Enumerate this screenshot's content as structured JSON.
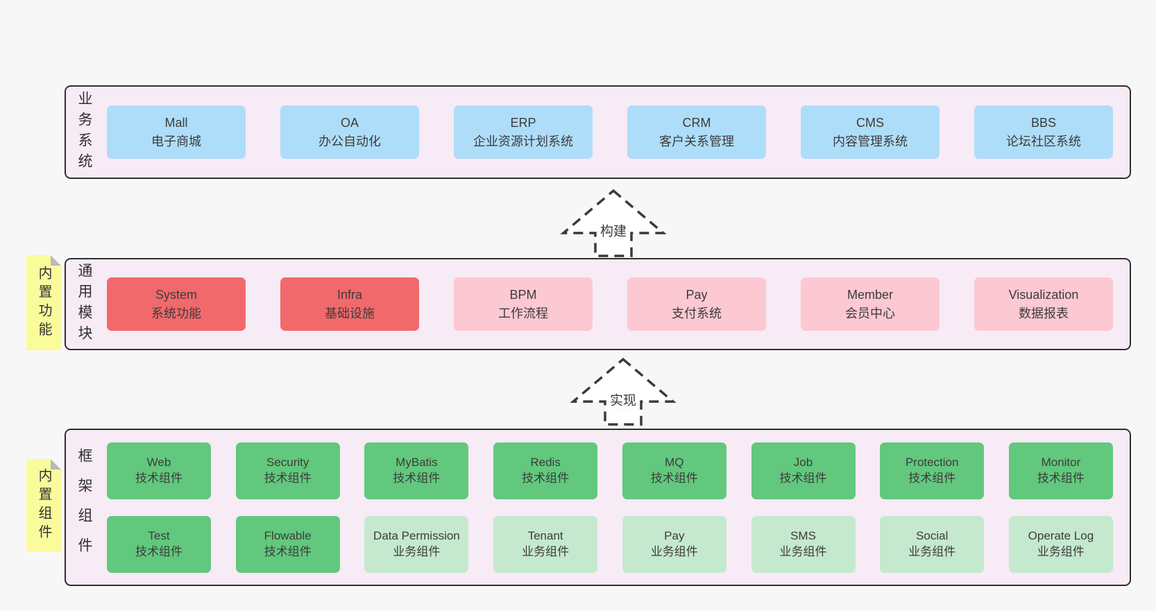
{
  "colors": {
    "page_bg": "#f7f7f7",
    "panel_bg": "#f7ebf5",
    "panel_border": "#2f2f2f",
    "blue": "#aeddfa",
    "red": "#f2696b",
    "pink": "#fcc8d2",
    "green": "#62c87d",
    "green_light": "#c5e9cf",
    "note_bg": "#fafb9b",
    "note_fold": "#b9b9b9",
    "text": "#3c3c3c"
  },
  "layers": {
    "business": {
      "label": "业务系统",
      "boxes": [
        {
          "name": "Mall",
          "desc": "电子商城",
          "variant": "blue"
        },
        {
          "name": "OA",
          "desc": "办公自动化",
          "variant": "blue"
        },
        {
          "name": "ERP",
          "desc": "企业资源计划系统",
          "variant": "blue"
        },
        {
          "name": "CRM",
          "desc": "客户关系管理",
          "variant": "blue"
        },
        {
          "name": "CMS",
          "desc": "内容管理系统",
          "variant": "blue"
        },
        {
          "name": "BBS",
          "desc": "论坛社区系统",
          "variant": "blue"
        }
      ]
    },
    "modules": {
      "label": "通用模块",
      "note": "内置功能",
      "boxes": [
        {
          "name": "System",
          "desc": "系统功能",
          "variant": "red"
        },
        {
          "name": "Infra",
          "desc": "基础设施",
          "variant": "red"
        },
        {
          "name": "BPM",
          "desc": "工作流程",
          "variant": "pink"
        },
        {
          "name": "Pay",
          "desc": "支付系统",
          "variant": "pink"
        },
        {
          "name": "Member",
          "desc": "会员中心",
          "variant": "pink"
        },
        {
          "name": "Visualization",
          "desc": "数据报表",
          "variant": "pink"
        }
      ]
    },
    "components": {
      "label": "框架组件",
      "note": "内置组件",
      "rows": [
        [
          {
            "name": "Web",
            "desc": "技术组件",
            "variant": "green"
          },
          {
            "name": "Security",
            "desc": "技术组件",
            "variant": "green"
          },
          {
            "name": "MyBatis",
            "desc": "技术组件",
            "variant": "green"
          },
          {
            "name": "Redis",
            "desc": "技术组件",
            "variant": "green"
          },
          {
            "name": "MQ",
            "desc": "技术组件",
            "variant": "green"
          },
          {
            "name": "Job",
            "desc": "技术组件",
            "variant": "green"
          },
          {
            "name": "Protection",
            "desc": "技术组件",
            "variant": "green"
          },
          {
            "name": "Monitor",
            "desc": "技术组件",
            "variant": "green"
          }
        ],
        [
          {
            "name": "Test",
            "desc": "技术组件",
            "variant": "green"
          },
          {
            "name": "Flowable",
            "desc": "技术组件",
            "variant": "green"
          },
          {
            "name": "Data Permission",
            "desc": "业务组件",
            "variant": "green-light"
          },
          {
            "name": "Tenant",
            "desc": "业务组件",
            "variant": "green-light"
          },
          {
            "name": "Pay",
            "desc": "业务组件",
            "variant": "green-light"
          },
          {
            "name": "SMS",
            "desc": "业务组件",
            "variant": "green-light"
          },
          {
            "name": "Social",
            "desc": "业务组件",
            "variant": "green-light"
          },
          {
            "name": "Operate Log",
            "desc": "业务组件",
            "variant": "green-light"
          }
        ]
      ]
    }
  },
  "arrows": {
    "build": {
      "label": "构建"
    },
    "implement": {
      "label": "实现"
    }
  }
}
